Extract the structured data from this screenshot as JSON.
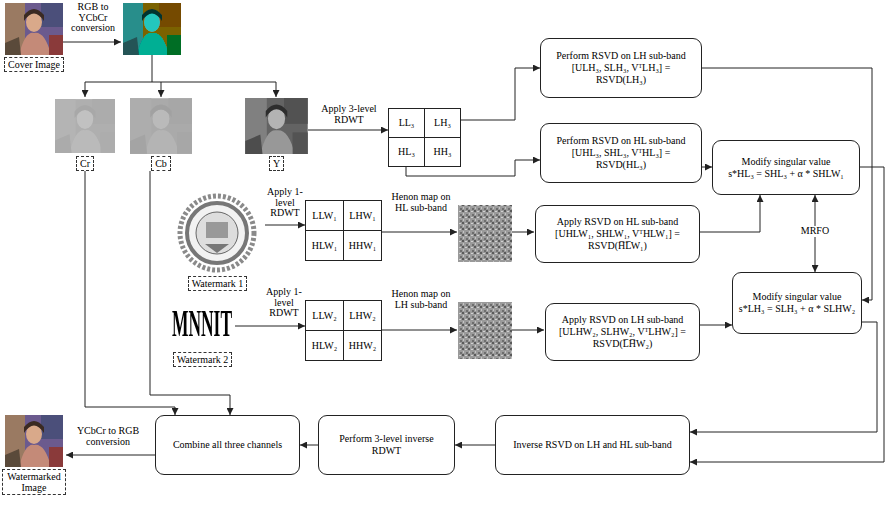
{
  "diagram": {
    "nodes": [
      {
        "text": [
          "Cover Image"
        ]
      },
      {
        "text": [
          "Cr"
        ]
      },
      {
        "text": [
          "Cb"
        ]
      },
      {
        "text": [
          "Y"
        ]
      },
      {
        "text": [
          "LL₃"
        ]
      },
      {
        "text": [
          "LH₃"
        ]
      },
      {
        "text": [
          "HL₃"
        ]
      },
      {
        "text": [
          "HH₃"
        ]
      },
      {
        "text": [
          "Perform RSVD on LH sub-band",
          "[ULH₃, SLH₃, VᵀLH₃] = RSVD(LH₃)"
        ]
      },
      {
        "text": [
          "Perform RSVD on HL sub-band",
          "[UHL₃, SHL₃, VᵀHL₃] = RSVD(HL₃)"
        ]
      },
      {
        "text": [
          "Modify singular value",
          "s*HL₃ = SHL₃ + α * SHLW₁"
        ]
      },
      {
        "text": [
          "Watermark 1"
        ]
      },
      {
        "text": [
          "LLW₁"
        ]
      },
      {
        "text": [
          "LHW₁"
        ]
      },
      {
        "text": [
          "HLW₁"
        ]
      },
      {
        "text": [
          "HHW₁"
        ]
      },
      {
        "text": [
          "Apply RSVD on HL sub-band",
          "[UHLW₁, SHLW₁, VᵀHLW₁] = RSVD(H̅L̅W₁)"
        ]
      },
      {
        "text": [
          "Modify singular value",
          "s*LH₃ = SLH₃ + α * SLHW₂"
        ]
      },
      {
        "text": [
          "Watermark 2"
        ]
      },
      {
        "text": [
          "LLW₂"
        ]
      },
      {
        "text": [
          "LHW₂"
        ]
      },
      {
        "text": [
          "HLW₂"
        ]
      },
      {
        "text": [
          "HHW₂"
        ]
      },
      {
        "text": [
          "Apply RSVD on LH sub-band",
          "[ULHW₂, SLHW₂, VᵀLHW₂] = RSVD(L̅H̅W₂)"
        ]
      },
      {
        "text": [
          "Watermarked Image"
        ]
      },
      {
        "text": [
          "Combine all three channels"
        ]
      },
      {
        "text": [
          "Perform 3-level inverse RDWT"
        ]
      },
      {
        "text": [
          "Inverse RSVD on LH and HL sub-band"
        ]
      }
    ],
    "edges": [
      {
        "from": 3,
        "to": 4,
        "label": "Apply 3-level RDWT",
        "arrow": "to"
      },
      {
        "from": 5,
        "to": 8,
        "arrow": "to"
      },
      {
        "from": 6,
        "to": 9,
        "arrow": "to"
      },
      {
        "from": 9,
        "to": 10,
        "arrow": "to"
      },
      {
        "from": 16,
        "to": 10,
        "arrow": "to"
      },
      {
        "from": 10,
        "to": 17,
        "label": "MRFO",
        "arrow": "both"
      },
      {
        "from": 8,
        "to": 17,
        "arrow": "to"
      },
      {
        "from": 23,
        "to": 17,
        "arrow": "to"
      },
      {
        "from": 10,
        "to": 27,
        "arrow": "to"
      },
      {
        "from": 17,
        "to": 27,
        "arrow": "to"
      },
      {
        "from": 27,
        "to": 26,
        "arrow": "to"
      },
      {
        "from": 26,
        "to": 25,
        "arrow": "to"
      },
      {
        "from": 1,
        "to": 25,
        "arrow": "to"
      },
      {
        "from": 2,
        "to": 25,
        "arrow": "to"
      },
      {
        "from": 25,
        "to": 24,
        "label": "YCbCr to RGB conversion",
        "arrow": "to"
      },
      {
        "from": 11,
        "to": 12,
        "label": "Apply 1-level RDWT",
        "arrow": "to"
      },
      {
        "from": 18,
        "to": 19,
        "label": "Apply 1-level RDWT",
        "arrow": "to"
      }
    ],
    "labels": [
      "RGB to YCbCr conversion",
      "Henon map on HL sub-band",
      "Henon map on LH sub-band",
      "MNNIT"
    ]
  }
}
